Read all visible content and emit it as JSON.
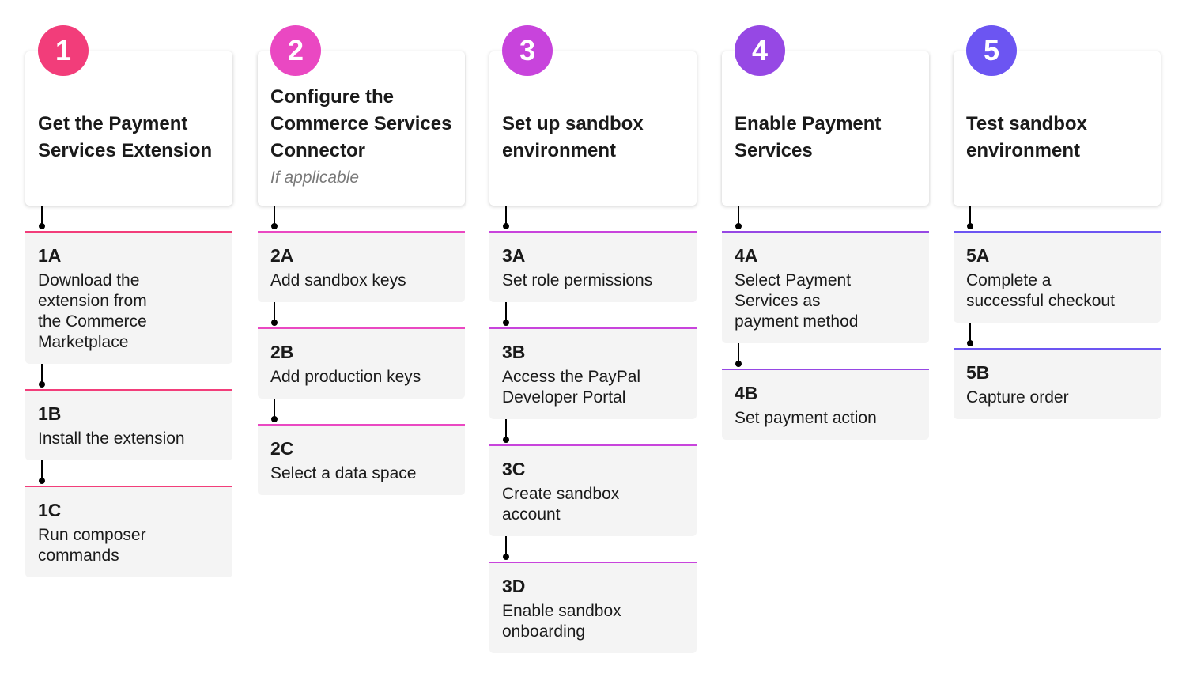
{
  "steps": [
    {
      "number": "1",
      "title": "Get the Payment Services Extension",
      "note": "",
      "color": "#f23d7a",
      "substeps": [
        {
          "id": "1A",
          "label": "Download the extension from the Commerce Marketplace"
        },
        {
          "id": "1B",
          "label": "Install the extension"
        },
        {
          "id": "1C",
          "label": "Run composer commands"
        }
      ]
    },
    {
      "number": "2",
      "title": "Configure the Commerce Services Connector",
      "note": "If applicable",
      "color": "#ea48c2",
      "substeps": [
        {
          "id": "2A",
          "label": "Add sandbox keys"
        },
        {
          "id": "2B",
          "label": "Add production keys"
        },
        {
          "id": "2C",
          "label": "Select a data space"
        }
      ]
    },
    {
      "number": "3",
      "title": "Set up sandbox environment",
      "note": "",
      "color": "#c844dc",
      "substeps": [
        {
          "id": "3A",
          "label": "Set role permissions"
        },
        {
          "id": "3B",
          "label": "Access the PayPal Developer Portal"
        },
        {
          "id": "3C",
          "label": "Create sandbox account"
        },
        {
          "id": "3D",
          "label": "Enable sandbox onboarding"
        }
      ]
    },
    {
      "number": "4",
      "title": "Enable Payment Services",
      "note": "",
      "color": "#9648e4",
      "substeps": [
        {
          "id": "4A",
          "label": "Select Payment Services as payment method"
        },
        {
          "id": "4B",
          "label": "Set payment action"
        }
      ]
    },
    {
      "number": "5",
      "title": "Test sandbox environment",
      "note": "",
      "color": "#6c55f2",
      "substeps": [
        {
          "id": "5A",
          "label": "Complete a successful checkout"
        },
        {
          "id": "5B",
          "label": "Capture order"
        }
      ]
    }
  ]
}
